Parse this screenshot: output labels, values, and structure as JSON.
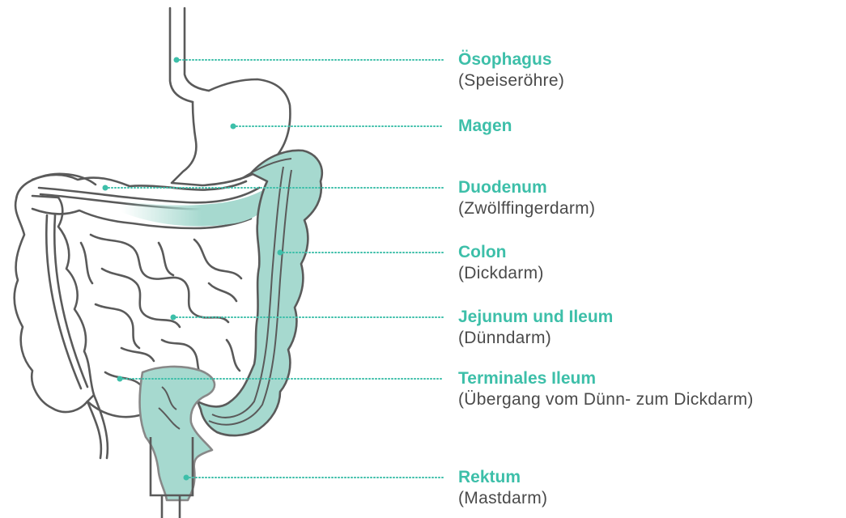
{
  "colors": {
    "accent": "#3dbfa9",
    "outline": "#5a5a5a",
    "fill_highlight": "#a6d9cf",
    "text_secondary": "#4a4a4a"
  },
  "labels": [
    {
      "id": "oesophagus",
      "name": "Ösophagus",
      "sub": "(Speiseröhre)"
    },
    {
      "id": "magen",
      "name": "Magen",
      "sub": ""
    },
    {
      "id": "duodenum",
      "name": "Duodenum",
      "sub": "(Zwölffingerdarm)"
    },
    {
      "id": "colon",
      "name": "Colon",
      "sub": "(Dickdarm)"
    },
    {
      "id": "jejunum",
      "name": "Jejunum und Ileum",
      "sub": "(Dünndarm)"
    },
    {
      "id": "ileum",
      "name": "Terminales Ileum",
      "sub": "(Übergang vom Dünn- zum Dickdarm)"
    },
    {
      "id": "rektum",
      "name": "Rektum",
      "sub": "(Mastdarm)"
    }
  ]
}
